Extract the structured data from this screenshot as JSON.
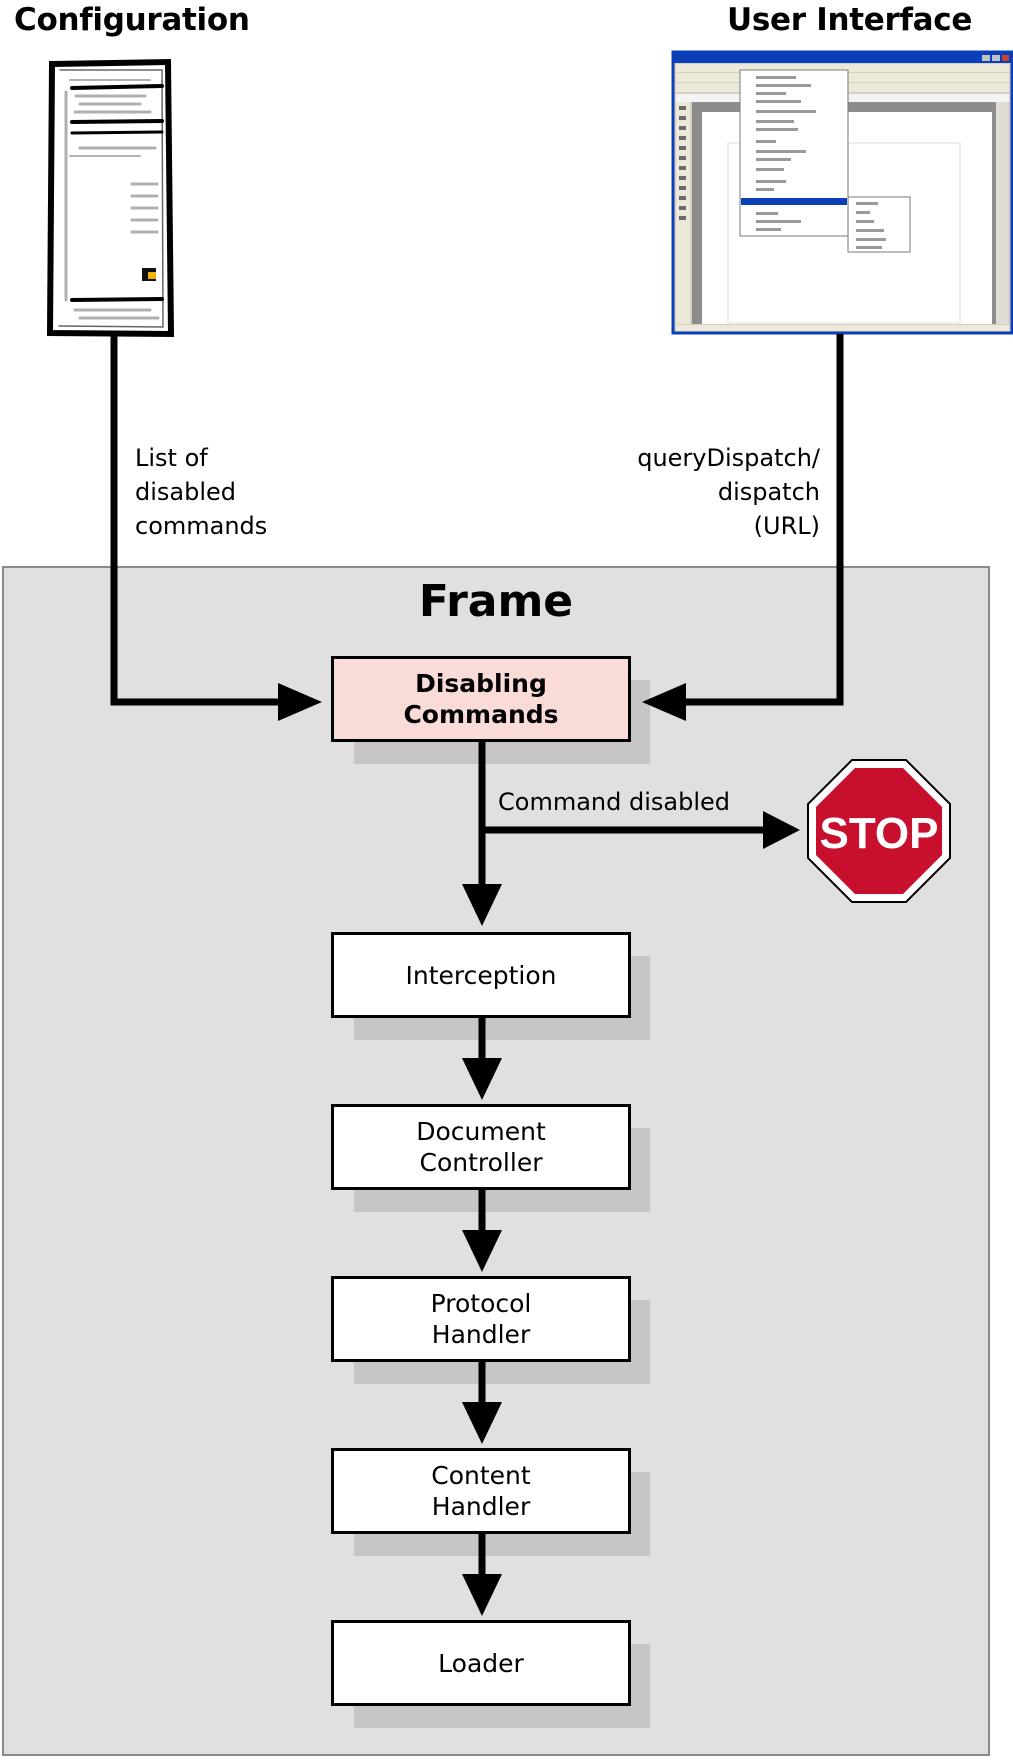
{
  "headings": {
    "configuration": "Configuration",
    "user_interface": "User Interface",
    "frame": "Frame"
  },
  "edge_labels": {
    "config_to_disabling": "List of\ndisabled\ncommands",
    "ui_to_disabling": "queryDispatch/\ndispatch\n(URL)",
    "disabled_branch": "Command disabled"
  },
  "stop_sign": {
    "text": "STOP",
    "color": "#c8102e"
  },
  "boxes": [
    {
      "id": "disabling-commands",
      "label": "Disabling\nCommands",
      "highlight": true
    },
    {
      "id": "interception",
      "label": "Interception"
    },
    {
      "id": "document-controller",
      "label": "Document\nController"
    },
    {
      "id": "protocol-handler",
      "label": "Protocol\nHandler"
    },
    {
      "id": "content-handler",
      "label": "Content\nHandler"
    },
    {
      "id": "loader",
      "label": "Loader"
    }
  ],
  "colors": {
    "highlight_box": "#f9dbd8",
    "frame_background": "#e0e0e0",
    "screenshot_titlebar": "#0a3fb8",
    "screenshot_menu_highlight": "#0a3fb8"
  }
}
